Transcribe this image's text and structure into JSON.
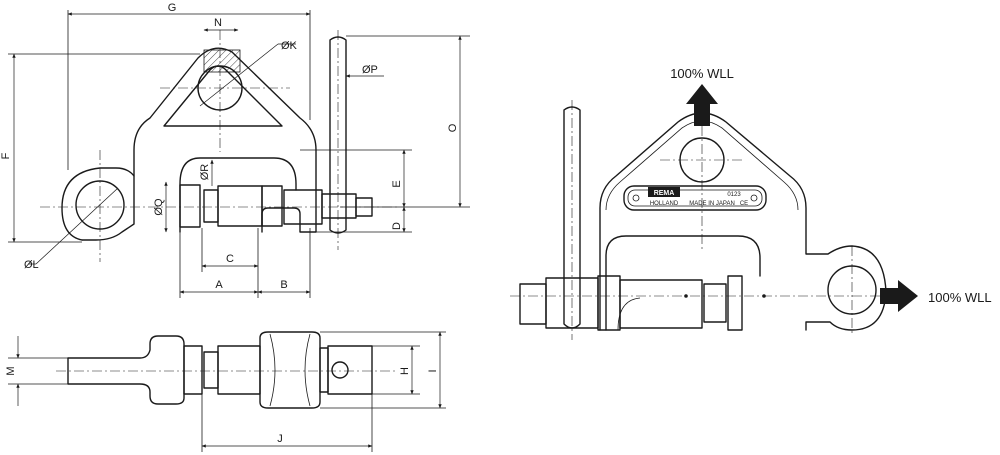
{
  "dimensions": {
    "G": "G",
    "N": "N",
    "K": "ØK",
    "P": "ØP",
    "F": "F",
    "O": "O",
    "R": "ØR",
    "E": "E",
    "Q": "ØQ",
    "D": "D",
    "L": "ØL",
    "C": "C",
    "A": "A",
    "B": "B",
    "M": "M",
    "H": "H",
    "I": "I",
    "J": "J"
  },
  "load_labels": {
    "vertical": "100% WLL",
    "horizontal": "100% WLL"
  },
  "nameplate": {
    "brand": "REMA",
    "origin": "HOLLAND",
    "made_in": "MADE IN JAPAN",
    "number": "0123",
    "mark": "CE"
  }
}
